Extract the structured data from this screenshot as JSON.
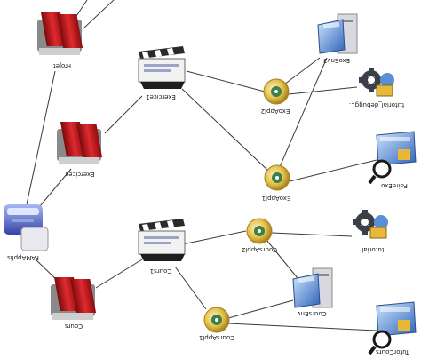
{
  "nodes": {
    "projet": "Projet",
    "exercices": "Exercices",
    "racine": "PAMApplis",
    "cours": "Cours",
    "exercice1": "Exercice1",
    "exoappl1": "ExoAppl1",
    "exoappl2": "ExoAppl2",
    "exoenv2": "ExoEnv2",
    "tutorial_debugg": "tutorial_debugg...",
    "paireexo": "PaireExo",
    "cours1": "Cours1",
    "coursappl2": "CoursAppl2",
    "coursappl1": "CoursAppl1",
    "coursenv": "CoursEnv",
    "tutorial": "tutorial",
    "tutorcours": "TutorCours"
  },
  "icons": {
    "projet": "red-binder-icon",
    "exercices": "red-binder-icon",
    "cours": "red-binder-icon",
    "racine": "scanner-device-icon",
    "exercice1": "clapperboard-icon",
    "cours1": "clapperboard-icon",
    "applications": "gold-disc-icon",
    "environments": "computer-window-icon",
    "tutorials": "gear-bug-icon",
    "pairs": "magnifier-window-icon"
  },
  "colors": {
    "binder": "#c0151a",
    "disc": "#d7b43a",
    "env": "#3d74c4",
    "edge": "#3a3a3a"
  }
}
